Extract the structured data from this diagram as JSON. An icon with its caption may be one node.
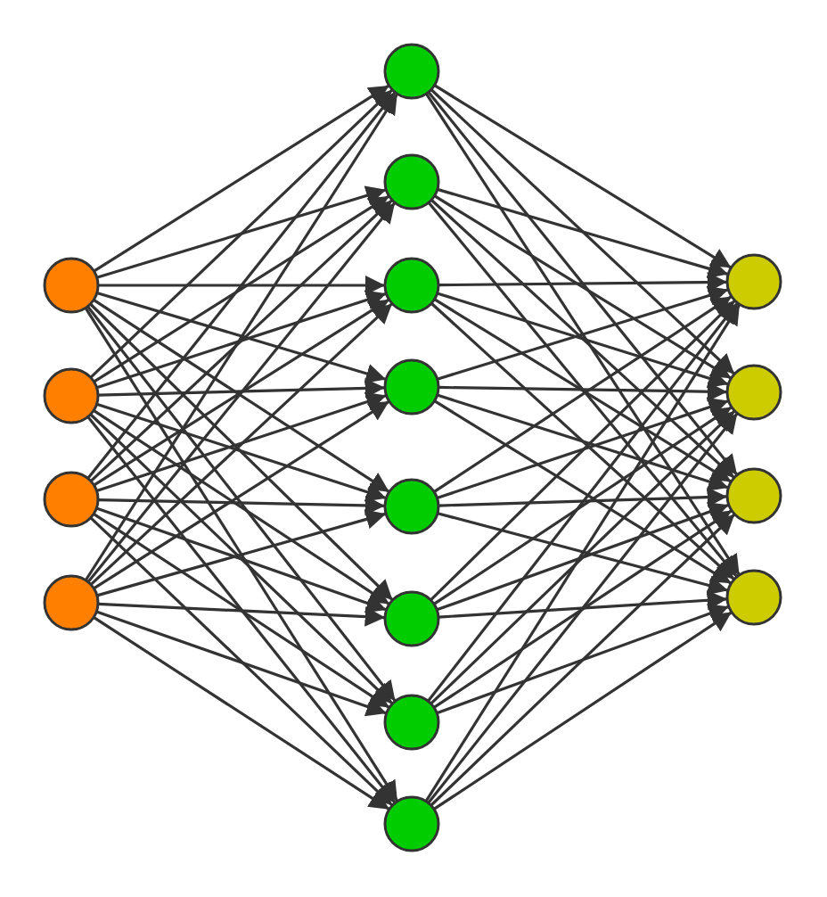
{
  "diagram": {
    "nodes": [
      {
        "text": [],
        "shape": "circle"
      },
      {
        "text": [],
        "shape": "circle"
      },
      {
        "text": [],
        "shape": "circle"
      },
      {
        "text": [],
        "shape": "circle"
      },
      {
        "text": [],
        "shape": "circle"
      },
      {
        "text": [],
        "shape": "circle"
      },
      {
        "text": [],
        "shape": "circle"
      },
      {
        "text": [],
        "shape": "circle"
      },
      {
        "text": [],
        "shape": "circle"
      },
      {
        "text": [],
        "shape": "circle"
      },
      {
        "text": [],
        "shape": "circle"
      },
      {
        "text": [],
        "shape": "circle"
      },
      {
        "text": [],
        "shape": "circle"
      },
      {
        "text": [],
        "shape": "circle"
      },
      {
        "text": [],
        "shape": "circle"
      },
      {
        "text": [],
        "shape": "circle"
      }
    ],
    "edges": [
      {
        "from": 0,
        "to": 4,
        "arrow": "to"
      },
      {
        "from": 0,
        "to": 5,
        "arrow": "to"
      },
      {
        "from": 0,
        "to": 6,
        "arrow": "to"
      },
      {
        "from": 0,
        "to": 7,
        "arrow": "to"
      },
      {
        "from": 0,
        "to": 8,
        "arrow": "to"
      },
      {
        "from": 0,
        "to": 9,
        "arrow": "to"
      },
      {
        "from": 0,
        "to": 10,
        "arrow": "to"
      },
      {
        "from": 0,
        "to": 11,
        "arrow": "to"
      },
      {
        "from": 1,
        "to": 4,
        "arrow": "to"
      },
      {
        "from": 1,
        "to": 5,
        "arrow": "to"
      },
      {
        "from": 1,
        "to": 6,
        "arrow": "to"
      },
      {
        "from": 1,
        "to": 7,
        "arrow": "to"
      },
      {
        "from": 1,
        "to": 8,
        "arrow": "to"
      },
      {
        "from": 1,
        "to": 9,
        "arrow": "to"
      },
      {
        "from": 1,
        "to": 10,
        "arrow": "to"
      },
      {
        "from": 1,
        "to": 11,
        "arrow": "to"
      },
      {
        "from": 2,
        "to": 4,
        "arrow": "to"
      },
      {
        "from": 2,
        "to": 5,
        "arrow": "to"
      },
      {
        "from": 2,
        "to": 6,
        "arrow": "to"
      },
      {
        "from": 2,
        "to": 7,
        "arrow": "to"
      },
      {
        "from": 2,
        "to": 8,
        "arrow": "to"
      },
      {
        "from": 2,
        "to": 9,
        "arrow": "to"
      },
      {
        "from": 2,
        "to": 10,
        "arrow": "to"
      },
      {
        "from": 2,
        "to": 11,
        "arrow": "to"
      },
      {
        "from": 3,
        "to": 4,
        "arrow": "to"
      },
      {
        "from": 3,
        "to": 5,
        "arrow": "to"
      },
      {
        "from": 3,
        "to": 6,
        "arrow": "to"
      },
      {
        "from": 3,
        "to": 7,
        "arrow": "to"
      },
      {
        "from": 3,
        "to": 8,
        "arrow": "to"
      },
      {
        "from": 3,
        "to": 9,
        "arrow": "to"
      },
      {
        "from": 3,
        "to": 10,
        "arrow": "to"
      },
      {
        "from": 3,
        "to": 11,
        "arrow": "to"
      },
      {
        "from": 4,
        "to": 12,
        "arrow": "to"
      },
      {
        "from": 4,
        "to": 13,
        "arrow": "to"
      },
      {
        "from": 4,
        "to": 14,
        "arrow": "to"
      },
      {
        "from": 4,
        "to": 15,
        "arrow": "to"
      },
      {
        "from": 5,
        "to": 12,
        "arrow": "to"
      },
      {
        "from": 5,
        "to": 13,
        "arrow": "to"
      },
      {
        "from": 5,
        "to": 14,
        "arrow": "to"
      },
      {
        "from": 5,
        "to": 15,
        "arrow": "to"
      },
      {
        "from": 6,
        "to": 12,
        "arrow": "to"
      },
      {
        "from": 6,
        "to": 13,
        "arrow": "to"
      },
      {
        "from": 6,
        "to": 14,
        "arrow": "to"
      },
      {
        "from": 6,
        "to": 15,
        "arrow": "to"
      },
      {
        "from": 7,
        "to": 12,
        "arrow": "to"
      },
      {
        "from": 7,
        "to": 13,
        "arrow": "to"
      },
      {
        "from": 7,
        "to": 14,
        "arrow": "to"
      },
      {
        "from": 7,
        "to": 15,
        "arrow": "to"
      },
      {
        "from": 8,
        "to": 12,
        "arrow": "to"
      },
      {
        "from": 8,
        "to": 13,
        "arrow": "to"
      },
      {
        "from": 8,
        "to": 14,
        "arrow": "to"
      },
      {
        "from": 8,
        "to": 15,
        "arrow": "to"
      },
      {
        "from": 9,
        "to": 12,
        "arrow": "to"
      },
      {
        "from": 9,
        "to": 13,
        "arrow": "to"
      },
      {
        "from": 9,
        "to": 14,
        "arrow": "to"
      },
      {
        "from": 9,
        "to": 15,
        "arrow": "to"
      },
      {
        "from": 10,
        "to": 12,
        "arrow": "to"
      },
      {
        "from": 10,
        "to": 13,
        "arrow": "to"
      },
      {
        "from": 10,
        "to": 14,
        "arrow": "to"
      },
      {
        "from": 10,
        "to": 15,
        "arrow": "to"
      },
      {
        "from": 11,
        "to": 12,
        "arrow": "to"
      },
      {
        "from": 11,
        "to": 13,
        "arrow": "to"
      },
      {
        "from": 11,
        "to": 14,
        "arrow": "to"
      },
      {
        "from": 11,
        "to": 15,
        "arrow": "to"
      }
    ]
  }
}
